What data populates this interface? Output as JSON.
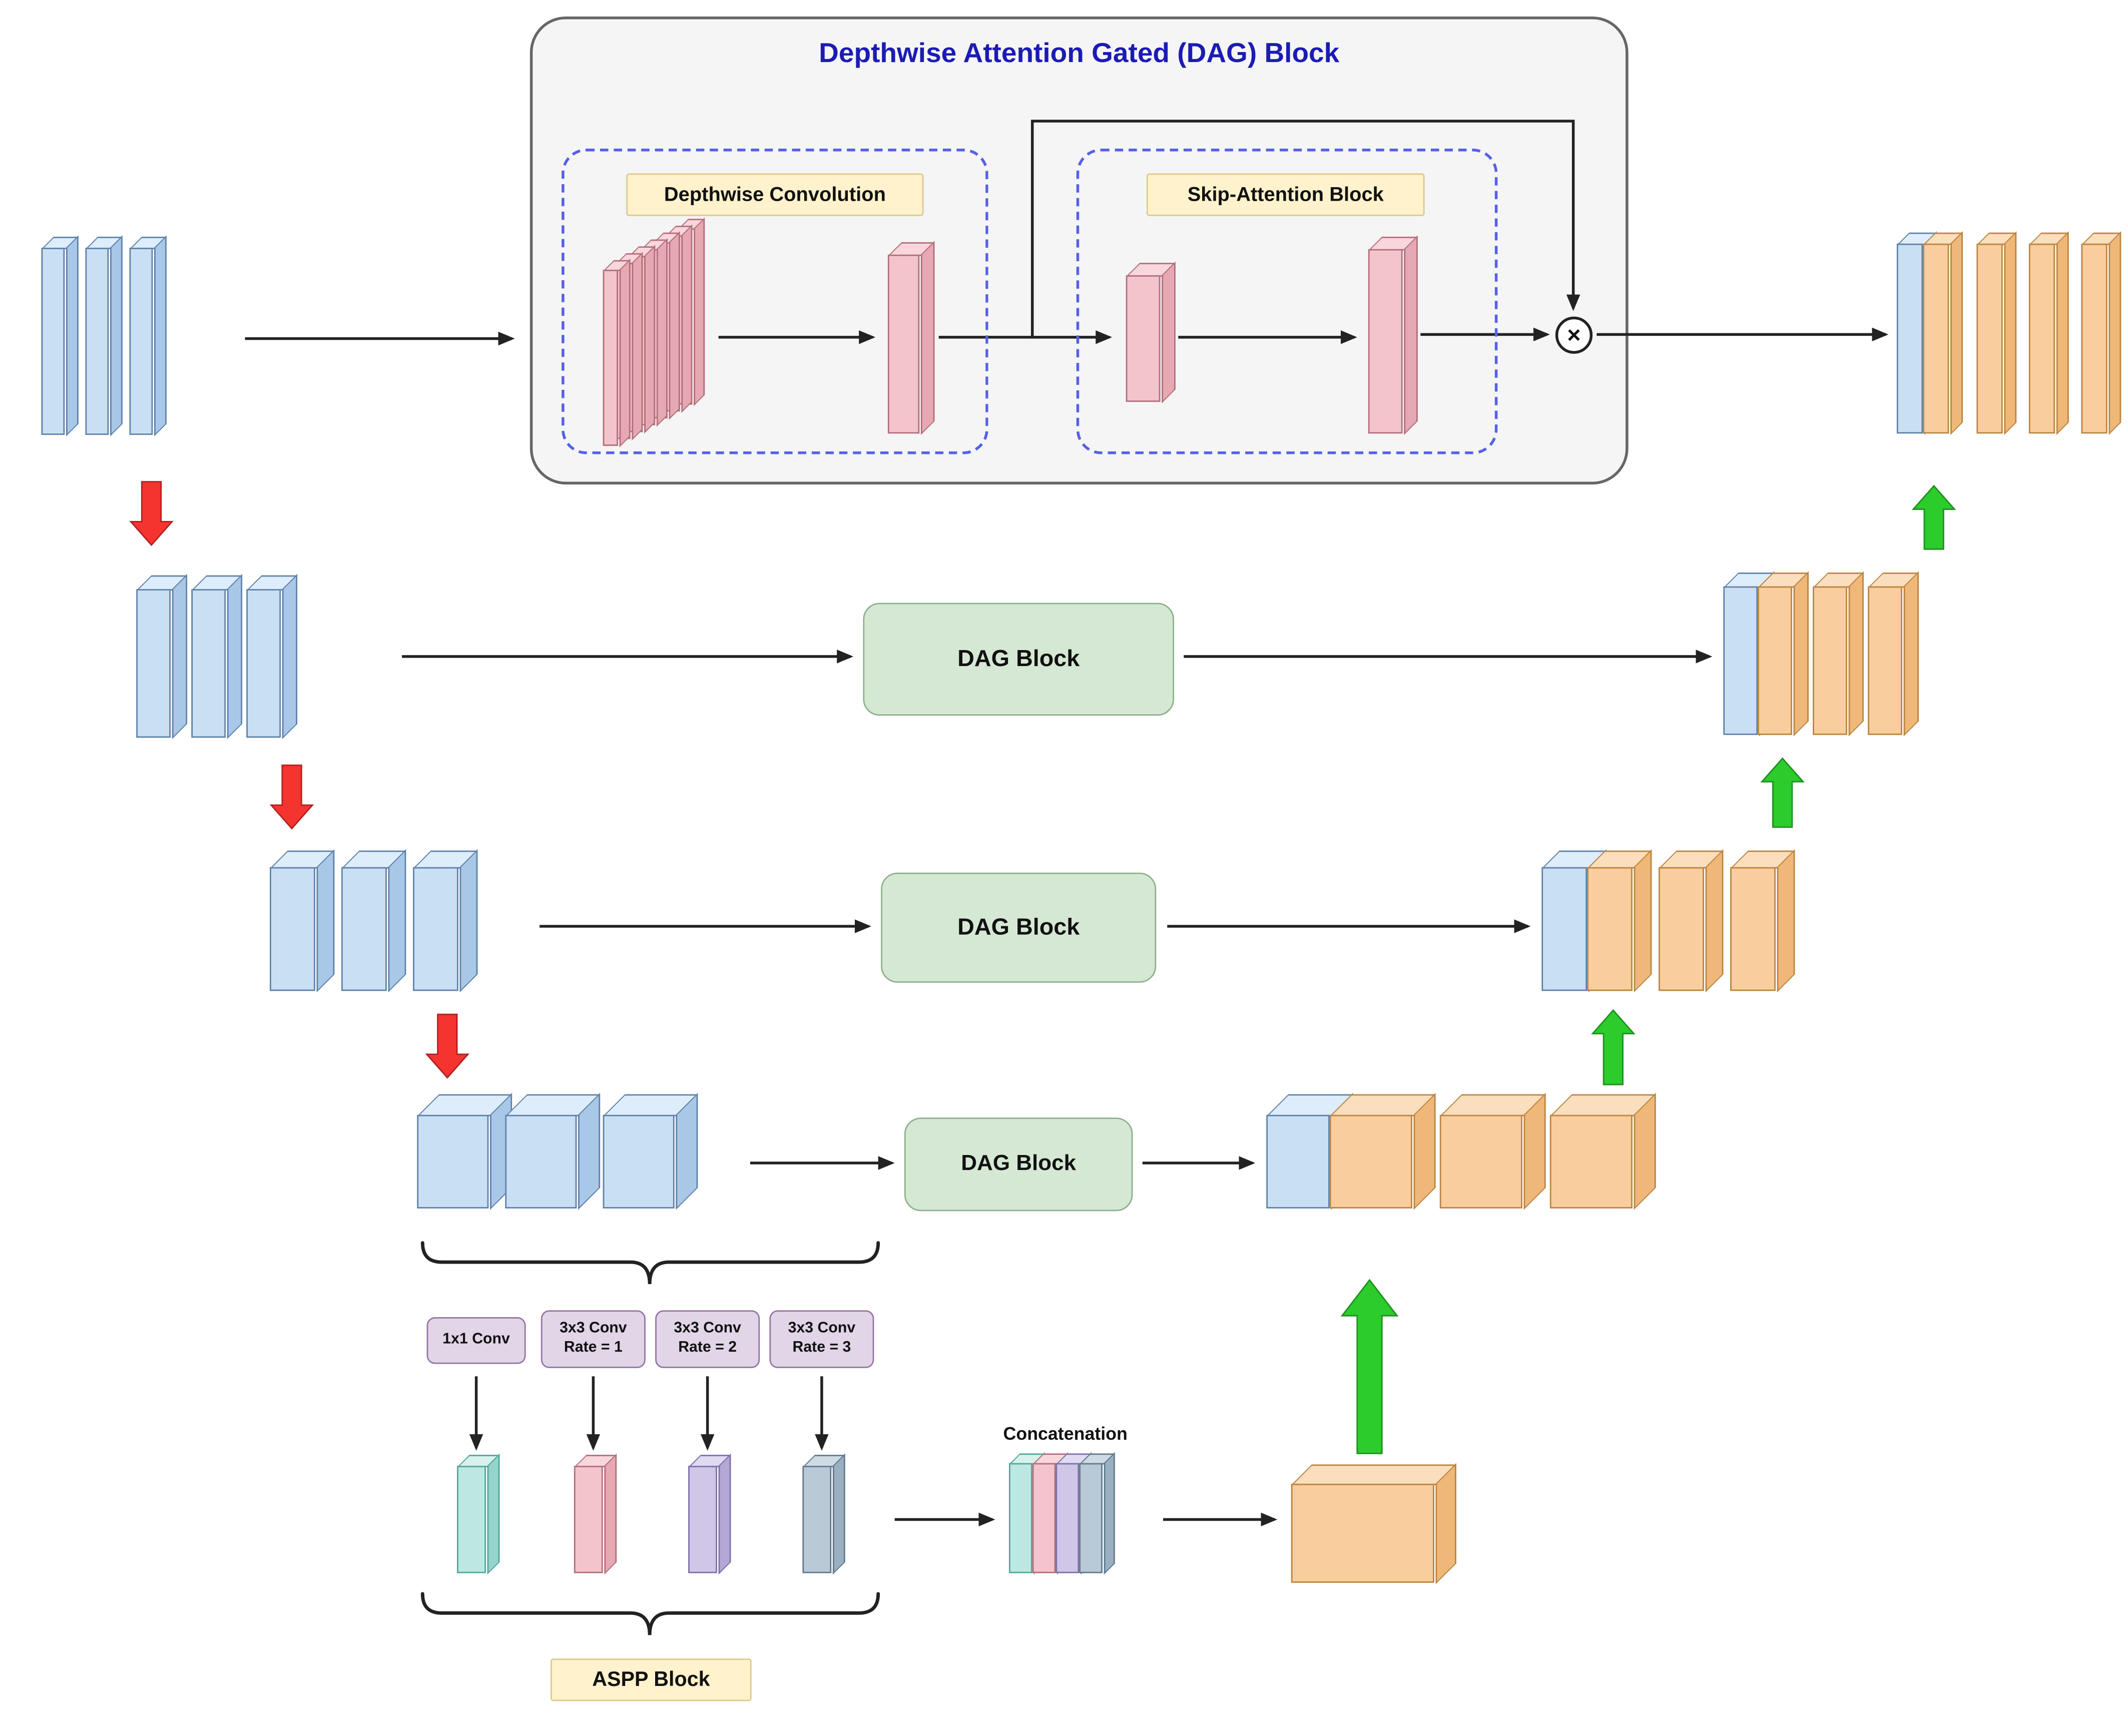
{
  "dag_block": {
    "title": "Depthwise Attention Gated (DAG) Block",
    "depthwise_label": "Depthwise Convolution",
    "skip_attention_label": "Skip-Attention Block",
    "multiply_symbol": "×"
  },
  "dag_box_label": "DAG Block",
  "aspp": {
    "labels": [
      {
        "line1": "1x1 Conv",
        "line2": ""
      },
      {
        "line1": "3x3 Conv",
        "line2": "Rate = 1"
      },
      {
        "line1": "3x3 Conv",
        "line2": "Rate = 2"
      },
      {
        "line1": "3x3 Conv",
        "line2": "Rate = 3"
      }
    ],
    "block_label": "ASPP Block",
    "concat_label": "Concatenation"
  },
  "colors": {
    "encoder_blue": "#C9DFF4",
    "decoder_orange": "#F9CD9E",
    "attention_pink": "#F4C4CC",
    "dag_green": "#D5E8D4",
    "label_yellow": "#FFF2CC",
    "label_purple": "#E1D5E7",
    "downsample_arrow_red": "#F5342F",
    "upsample_arrow_green": "#2BCC2B",
    "title_blue": "#1B1BB5"
  }
}
